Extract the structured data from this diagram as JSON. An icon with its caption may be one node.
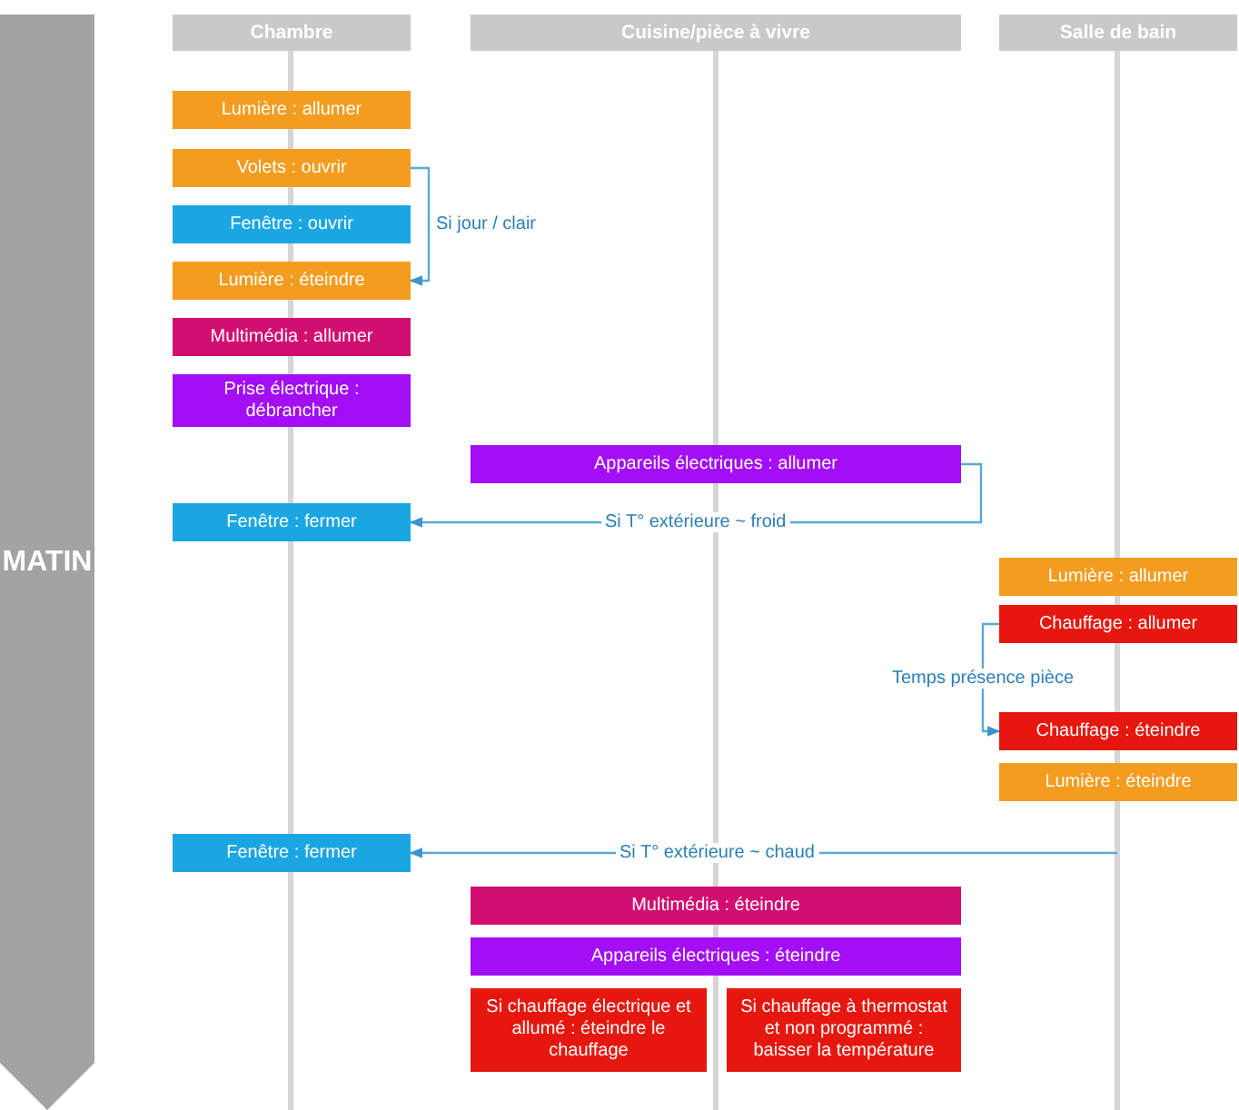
{
  "diagram": {
    "nodes": [
      {
        "text": [
          "Chambre"
        ]
      },
      {
        "text": [
          "Cuisine/pièce à vivre"
        ]
      },
      {
        "text": [
          "Salle de bain"
        ]
      },
      {
        "text": [
          "MATIN"
        ]
      },
      {
        "text": [
          "Lumière : allumer"
        ]
      },
      {
        "text": [
          "Volets : ouvrir"
        ]
      },
      {
        "text": [
          "Fenêtre : ouvrir"
        ]
      },
      {
        "text": [
          "Lumière : éteindre"
        ]
      },
      {
        "text": [
          "Multimédia : allumer"
        ]
      },
      {
        "text": [
          "Prise électrique : débrancher"
        ]
      },
      {
        "text": [
          "Appareils électriques : allumer"
        ]
      },
      {
        "text": [
          "Fenêtre : fermer"
        ]
      },
      {
        "text": [
          "Lumière : allumer"
        ]
      },
      {
        "text": [
          "Chauffage : allumer"
        ]
      },
      {
        "text": [
          "Chauffage : éteindre"
        ]
      },
      {
        "text": [
          "Lumière : éteindre"
        ]
      },
      {
        "text": [
          "Fenêtre : fermer"
        ]
      },
      {
        "text": [
          "Multimédia : éteindre"
        ]
      },
      {
        "text": [
          "Appareils électriques : éteindre"
        ]
      },
      {
        "text": [
          "Si chauffage électrique et allumé : éteindre le chauffage"
        ]
      },
      {
        "text": [
          "Si chauffage à thermostat et non programmé : baisser la température"
        ]
      }
    ],
    "edges": [
      {
        "from": 5,
        "to": 7,
        "arrow": "to",
        "label": "Si jour / clair"
      },
      {
        "from": 10,
        "to": 11,
        "arrow": "to",
        "label": "Si T° extérieure ~ froid"
      },
      {
        "from": 13,
        "to": 14,
        "arrow": "to",
        "label": "Temps présence pièce"
      },
      {
        "from": null,
        "to": 16,
        "arrow": "to",
        "label": "Si T° extérieure ~ chaud"
      }
    ]
  }
}
